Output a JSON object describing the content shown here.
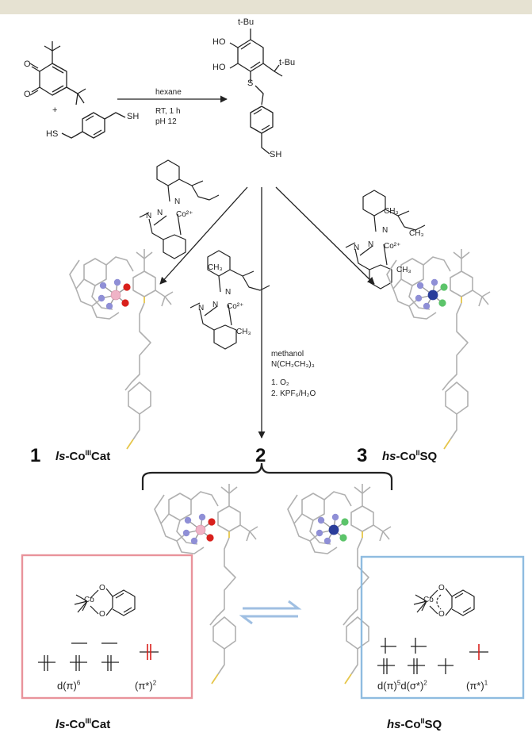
{
  "reagents": {
    "plus": "+",
    "hs_left": "HS",
    "sh_right": "SH"
  },
  "product": {
    "tbu_top": "t-Bu",
    "ho_1": "HO",
    "ho_2": "HO",
    "tbu_right": "t-Bu",
    "s_label": "S",
    "sh_label": "SH"
  },
  "conditions_top": {
    "solvent": "hexane",
    "line1": "RT, 1 h",
    "line2": "pH 12"
  },
  "conditions_middle": {
    "solvent": "methanol",
    "base": "N(CH₂CH₃)₃",
    "step1": "1. O₂",
    "step2": "2. KPF₆/H₂O"
  },
  "cobalt_complexes": {
    "left": {
      "n_labels": [
        "N",
        "N",
        "N"
      ],
      "co": "Co²⁺"
    },
    "middle": {
      "n_labels": [
        "N",
        "N",
        "N"
      ],
      "co": "Co²⁺",
      "ch3_labels": [
        "CH₃",
        "CH₃"
      ]
    },
    "right": {
      "n_labels": [
        "N",
        "N",
        "N"
      ],
      "co": "Co²⁺",
      "ch3_labels": [
        "CH₃",
        "CH₃",
        "CH₃"
      ]
    }
  },
  "compounds": [
    {
      "number": "1",
      "spin": "ls",
      "label_main": "-Co",
      "ox": "III",
      "suffix": "Cat"
    },
    {
      "number": "2"
    },
    {
      "number": "3",
      "spin": "hs",
      "label_main": "-Co",
      "ox": "II",
      "suffix": "SQ"
    }
  ],
  "ls_box": {
    "d_config": "d(π)",
    "d_exp": "6",
    "pi_config": "(π*)",
    "pi_exp": "2",
    "co": "Co",
    "o1": "O",
    "o2": "O"
  },
  "hs_box": {
    "d_config": "d(π)",
    "d_exp": "5",
    "sigma_config": "d(σ*)",
    "sigma_exp": "2",
    "pi_config": "(π*)",
    "pi_exp": "1",
    "co": "Co",
    "o1": "O",
    "o2": "O"
  },
  "bottom_labels": {
    "left": {
      "spin": "ls",
      "label_main": "-Co",
      "ox": "III",
      "suffix": "Cat"
    },
    "right": {
      "spin": "hs",
      "label_main": "-Co",
      "ox": "II",
      "suffix": "SQ"
    }
  },
  "colors": {
    "ls_box": "#e9939b",
    "hs_box": "#8fbce0",
    "ligand": "#b0b0b0",
    "sulfur": "#e6c64a",
    "nitrogen": "#8f8fd6",
    "oxygen": "#d9201c",
    "co_ls": "#efb3c6",
    "co_hs": "#2a3d9a",
    "o_hs": "#5cc46a",
    "spin_arrow_red": "#d9201c",
    "equilibrium_arrows": "#9fbfe2"
  }
}
